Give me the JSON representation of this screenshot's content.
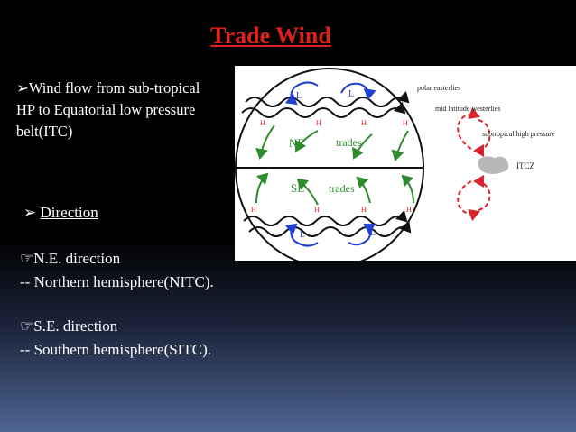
{
  "slide": {
    "title": "Trade Wind",
    "intro_bullet": "➢",
    "intro": "Wind flow from sub-tropical HP to Equatorial low pressure belt(ITC)",
    "direction_bullet": "➢ ",
    "direction_heading": "Direction",
    "pointer": "☞",
    "ne_direction": "N.E. direction",
    "ne_hemisphere": "-- Northern hemisphere(NITC).",
    "se_direction": "S.E. direction",
    "se_hemisphere": "-- Southern hemisphere(SITC)."
  },
  "diagram": {
    "label_ne": "NE",
    "label_trades": "trades",
    "label_se": "SE",
    "label_polar": "polar easterlies",
    "label_midlat": "mid latitude westerlies",
    "label_subtropical": "subtropical high pressure",
    "label_itcz": "ITCZ",
    "label_l": "L",
    "label_h": "H",
    "color_arrow_green": "#2e8b2e",
    "color_arrow_blue": "#1f3fd0",
    "color_arrow_red": "#d8242a",
    "color_h": "#d8242a"
  }
}
